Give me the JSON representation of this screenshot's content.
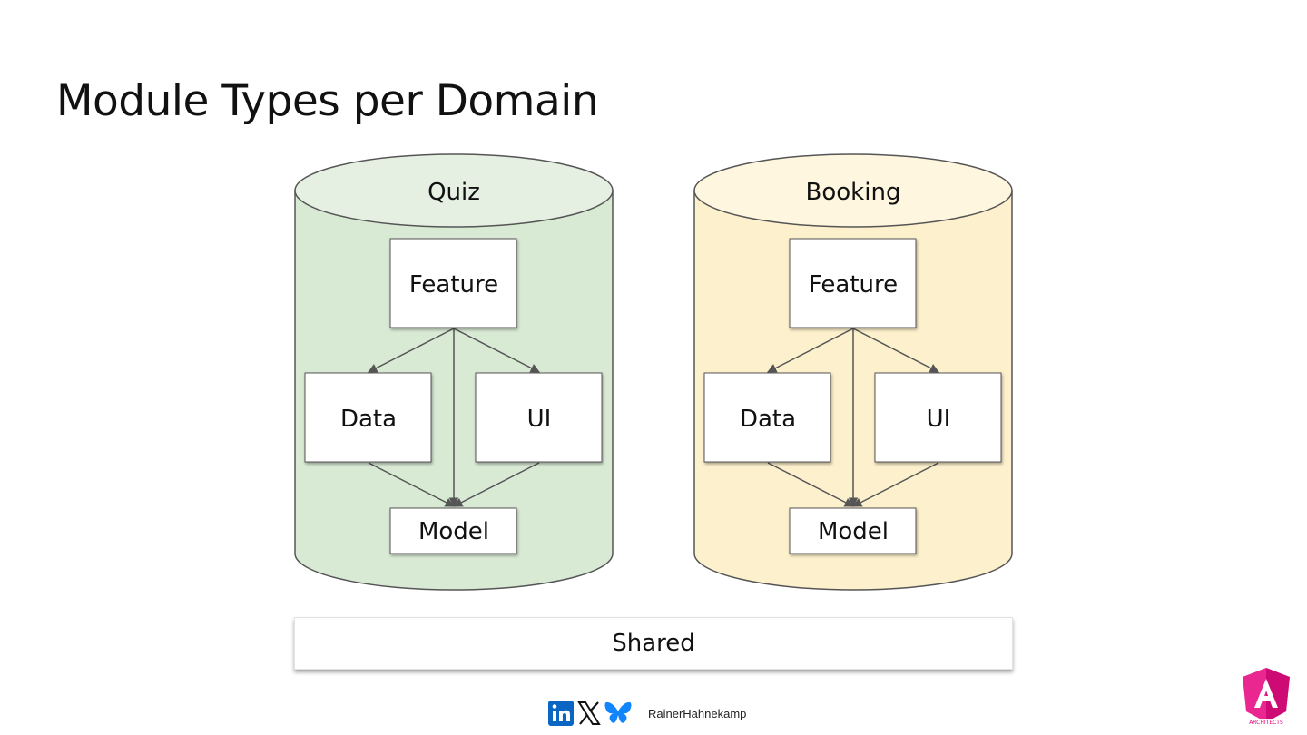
{
  "slide": {
    "title": "Module Types per Domain"
  },
  "domains": [
    {
      "name": "Quiz",
      "color_body": "#d8e9d4",
      "color_top": "#e5f0e2",
      "modules": {
        "feature": "Feature",
        "data": "Data",
        "ui": "UI",
        "model": "Model"
      }
    },
    {
      "name": "Booking",
      "color_body": "#fdf0cc",
      "color_top": "#fef6de",
      "modules": {
        "feature": "Feature",
        "data": "Data",
        "ui": "UI",
        "model": "Model"
      }
    }
  ],
  "shared": {
    "label": "Shared"
  },
  "footer": {
    "icons": [
      "linkedin-icon",
      "x-icon",
      "bluesky-icon"
    ],
    "handle": "RainerHahnekamp"
  },
  "colors": {
    "stroke": "#555555",
    "linkedin": "#0a66c2",
    "bluesky": "#1185fe",
    "logo": "#e6007e"
  }
}
